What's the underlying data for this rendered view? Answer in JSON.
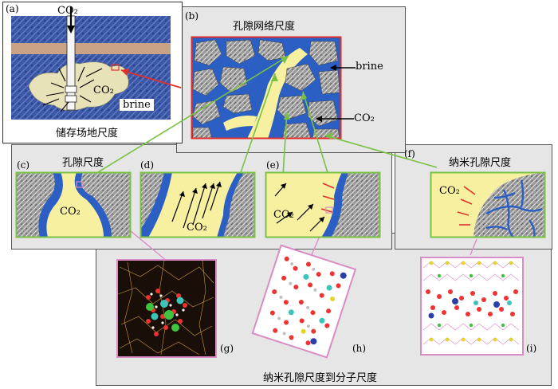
{
  "panels": {
    "a": {
      "label": "(a)",
      "title": "储存场地尺度",
      "co2_top": "CO₂",
      "co2_mid": "CO₂",
      "brine": "brine"
    },
    "b": {
      "label": "(b)",
      "title": "孔隙网络尺度",
      "brine": "brine",
      "co2": "CO₂"
    },
    "c": {
      "label": "(c)",
      "title": "孔隙尺度",
      "co2": "CO₂"
    },
    "d": {
      "label": "(d)",
      "co2": "CO₂"
    },
    "e": {
      "label": "(e)",
      "co2": "CO₂"
    },
    "f": {
      "label": "(f)",
      "title": "纳米孔隙尺度",
      "co2": "CO₂"
    },
    "g": {
      "label": "(g)"
    },
    "h": {
      "label": "(h)"
    },
    "i": {
      "label": "(i)"
    },
    "bottom": {
      "title": "纳米孔隙尺度到分子尺度"
    }
  },
  "colors": {
    "rock_blue": "#3a57a8",
    "brine_blue": "#2b5fc4",
    "co2_yellow": "#f7f0a0",
    "green_border": "#7ac143",
    "red_border": "#e0302c",
    "pink_border": "#d98cc6",
    "gray_panel": "#e6e6e6"
  }
}
